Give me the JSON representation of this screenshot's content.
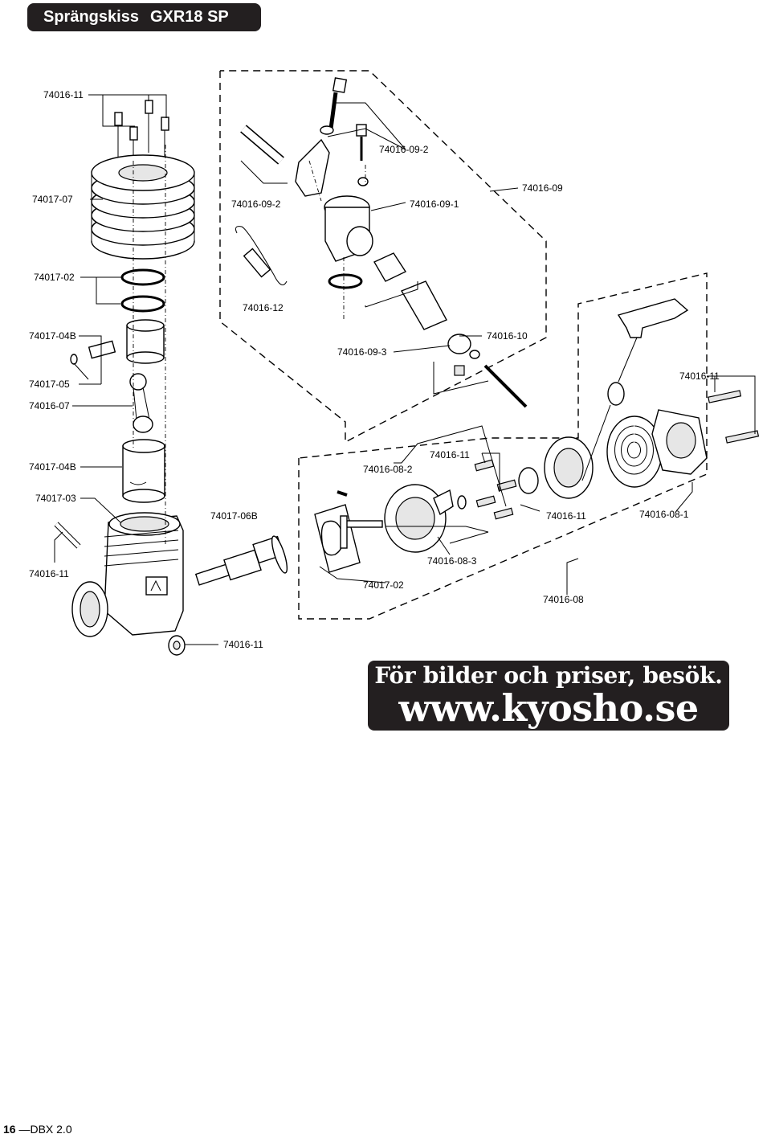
{
  "header": {
    "title_left": "Sprängskiss",
    "title_right": "GXR18 SP"
  },
  "promo": {
    "line1": "För bilder och priser, besök.",
    "line2": "www.kyosho.se"
  },
  "footer": {
    "page_number": "16",
    "separator": "—",
    "doc_name": "DBX 2.0"
  },
  "labels": [
    "74016-11",
    "74017-07",
    "74016-09-2",
    "74016-09-2",
    "74016-09-1",
    "74016-09",
    "74017-02",
    "74016-12",
    "74017-04B",
    "74016-09-3",
    "74016-10",
    "74017-05",
    "74016-11",
    "74016-07",
    "74016-11",
    "74016-08-2",
    "74017-04B",
    "74017-03",
    "74017-06B",
    "74016-11",
    "74016-08-1",
    "74016-11",
    "74016-08-3",
    "74017-02",
    "74016-08",
    "74016-11"
  ]
}
